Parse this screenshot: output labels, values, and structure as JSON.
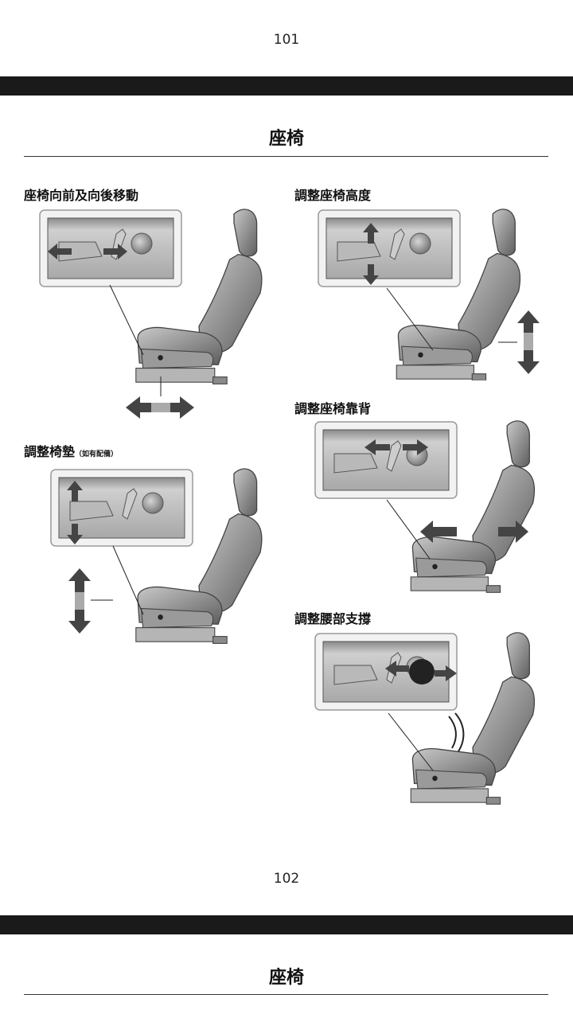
{
  "pages": [
    {
      "number": "101"
    },
    {
      "number": "102"
    }
  ],
  "chapter_title": "座椅",
  "sections": {
    "fore_aft": {
      "title": "座椅向前及向後移動"
    },
    "cushion": {
      "title": "調整椅墊",
      "note": "（如有配備）"
    },
    "height": {
      "title": "調整座椅高度"
    },
    "recline": {
      "title": "調整座椅靠背"
    },
    "lumbar": {
      "title": "調整腰部支撐"
    }
  },
  "colors": {
    "band": "#1a1a1a",
    "seat": "#9a9a9a",
    "panel": "#bdbdbd",
    "arrow": "#444444"
  }
}
